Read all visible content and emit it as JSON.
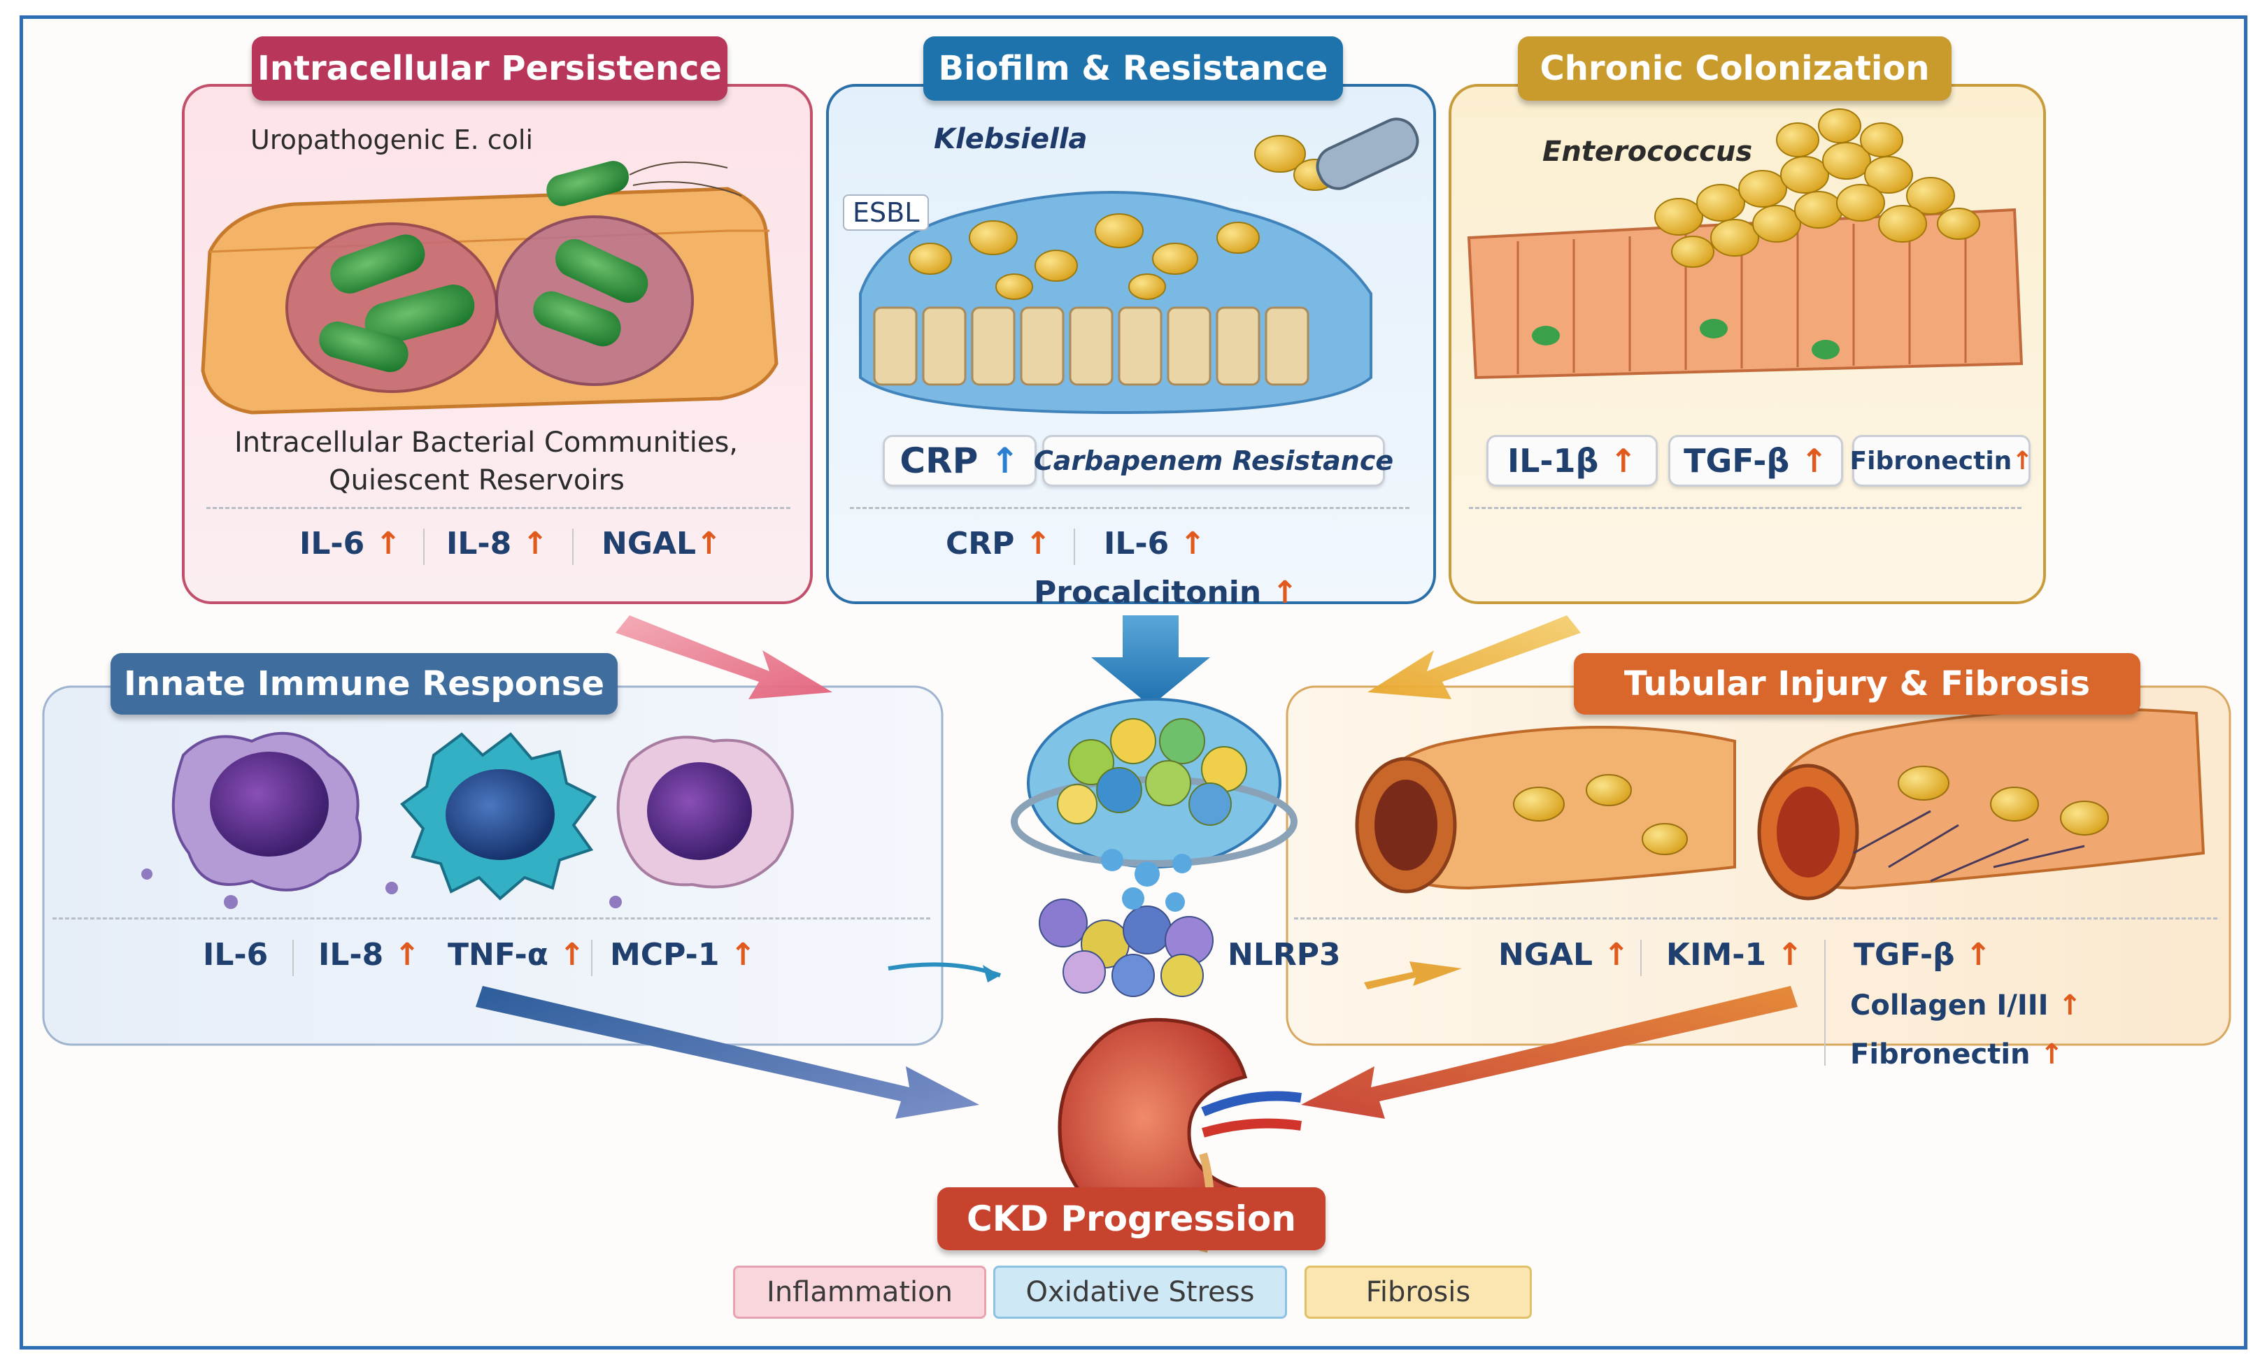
{
  "panels": {
    "intracellular": {
      "title": "Intracellular Persistence",
      "organism": "Uropathogenic E. coli",
      "caption1": "Intracellular Bacterial Communities,",
      "caption2": "Quiescent Reservoirs",
      "markers": [
        "IL-6",
        "IL-8",
        "NGAL"
      ]
    },
    "biofilm": {
      "title": "Biofilm & Resistance",
      "organism": "Klebsiella",
      "esbl": "ESBL",
      "chip_crp": "CRP",
      "chip_resistance": "Carbapenem Resistance",
      "markers": [
        "CRP",
        "IL-6"
      ],
      "marker_extra": "Procalcitonin"
    },
    "chronic": {
      "title": "Chronic Colonization",
      "organism": "Enterococcus",
      "chips": [
        "IL-1β",
        "TGF-β",
        "Fibronectin"
      ]
    },
    "innate": {
      "title": "Innate Immune Response",
      "markers": [
        "IL-6",
        "IL-8",
        "TNF-α",
        "MCP-1"
      ]
    },
    "center": {
      "marker": "NLRP3"
    },
    "tubular": {
      "title": "Tubular Injury & Fibrosis",
      "markers": [
        "NGAL",
        "KIM-1"
      ],
      "fibrosis_markers": [
        "TGF-β",
        "Collagen I/III",
        "Fibronectin"
      ]
    }
  },
  "outcome": {
    "title": "CKD Progression",
    "legend": [
      "Inflammation",
      "Oxidative Stress",
      "Fibrosis"
    ]
  },
  "symbols": {
    "up": "🠕",
    "up_text": "↑"
  },
  "colors": {
    "intracellular": "#b8365a",
    "biofilm": "#1f73ad",
    "chronic": "#c99a2c",
    "innate": "#3f6d9e",
    "tubular": "#d9662a",
    "ckd": "#c8432e",
    "marker_up": "#e05a1e"
  }
}
